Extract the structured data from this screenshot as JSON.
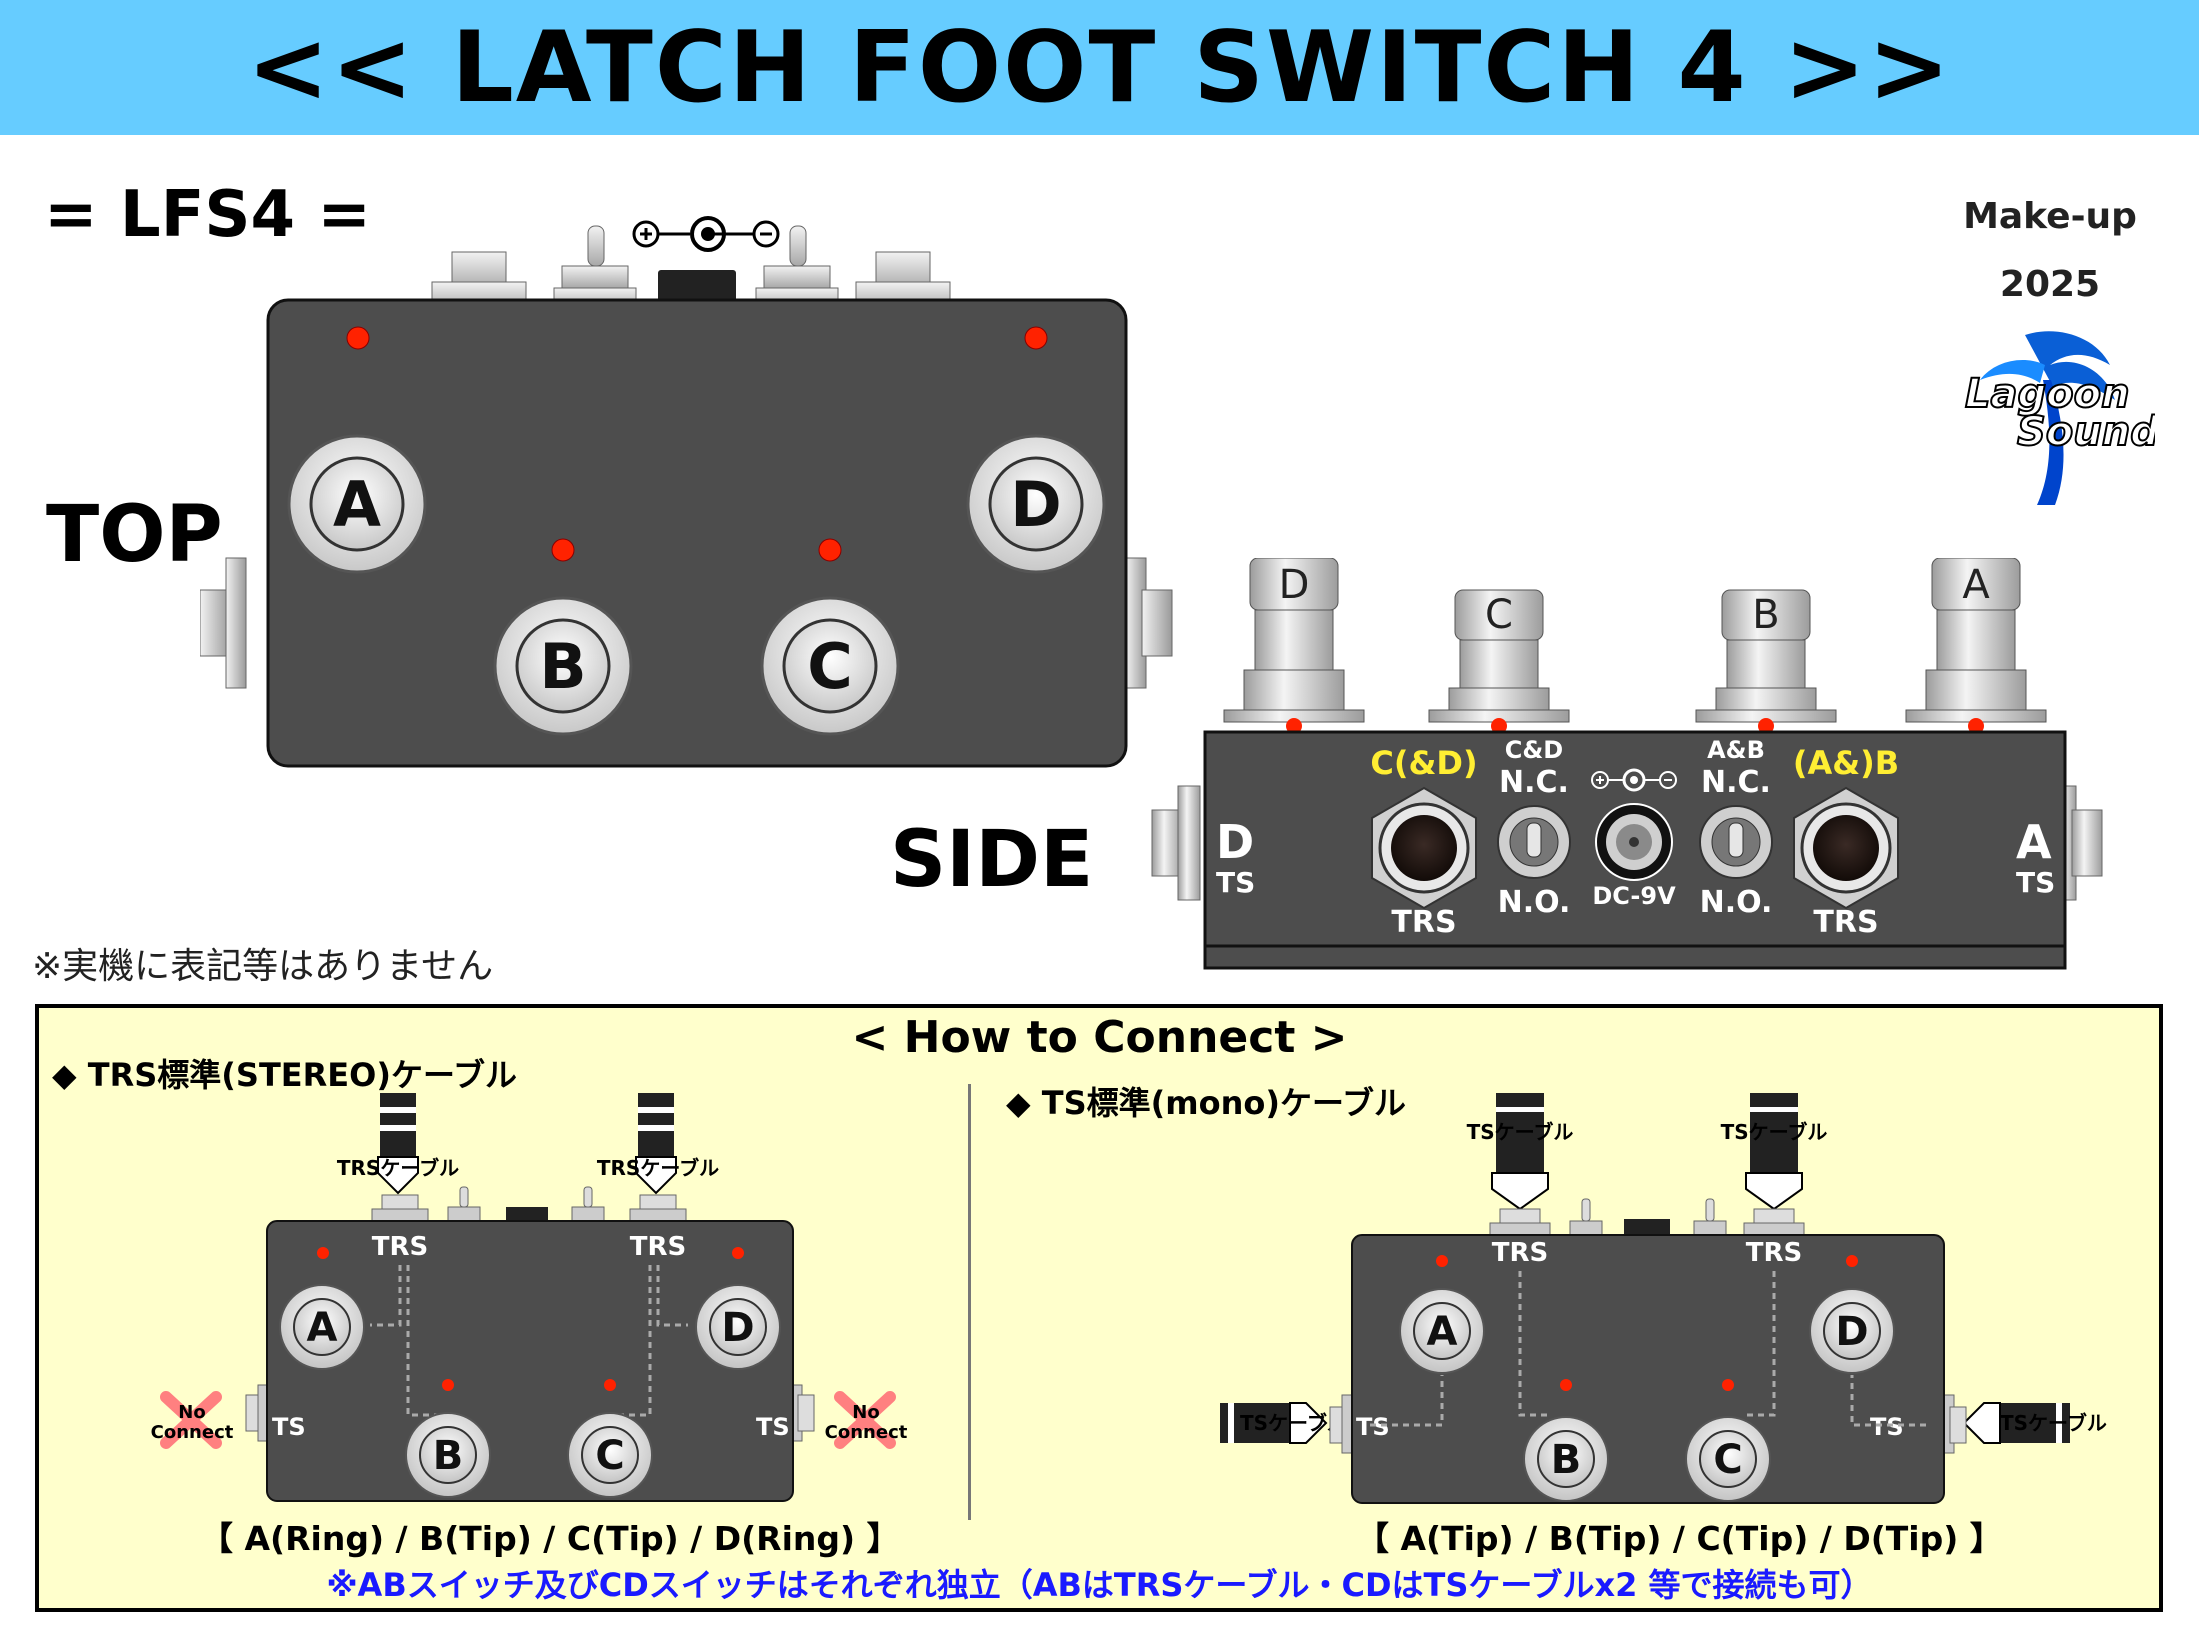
{
  "title": "<< LATCH FOOT SWITCH 4 >>",
  "model": "= LFS4 =",
  "make_up": "Make-up",
  "year": "2025",
  "logo": {
    "line1": "Lagoon",
    "line2": "Sound"
  },
  "top_label": "TOP",
  "side_label": "SIDE",
  "note": "※実機に表記等はありません",
  "switch_labels": [
    "A",
    "B",
    "C",
    "D"
  ],
  "side_panel": {
    "footswitch_labels": [
      "D",
      "C",
      "B",
      "A"
    ],
    "left_jack": {
      "letter": "D",
      "type": "TS"
    },
    "right_jack": {
      "letter": "A",
      "type": "TS"
    },
    "trs_left": {
      "top": "C(&D)",
      "bottom": "TRS"
    },
    "toggle_left": {
      "top1": "C&D",
      "top2": "N.C.",
      "bottom": "N.O."
    },
    "dc": {
      "label": "DC-9V"
    },
    "toggle_right": {
      "top1": "A&B",
      "top2": "N.C.",
      "bottom": "N.O."
    },
    "trs_right": {
      "top": "(A&)B",
      "bottom": "TRS"
    }
  },
  "how_to": {
    "title": "< How to Connect >",
    "left": {
      "heading": "◆ TRS標準(STEREO)ケーブル",
      "cable_label": "TRSケーブル",
      "jack_top": "TRS",
      "jack_side": "TS",
      "no_connect": [
        "No",
        "Connect"
      ],
      "mapping": "【 A(Ring) / B(Tip) / C(Tip) / D(Ring) 】"
    },
    "right": {
      "heading": "◆ TS標準(mono)ケーブル",
      "cable_label": "TSケーブル",
      "jack_top": "TRS",
      "jack_side": "TS",
      "mapping": "【 A(Tip) / B(Tip) / C(Tip) / D(Tip) 】"
    },
    "footnote": "※ABスイッチ及びCDスイッチはそれぞれ独立（ABはTRSケーブル・CDはTSケーブルx2 等で接続も可）"
  },
  "colors": {
    "banner": "#66ccff",
    "enclosure": "#4d4d4d",
    "led": "#ff2200",
    "box_bg": "#ffffcc",
    "yellow_label": "#ffee33",
    "footnote": "#1a1aff",
    "no_connect": "#ff8080"
  }
}
